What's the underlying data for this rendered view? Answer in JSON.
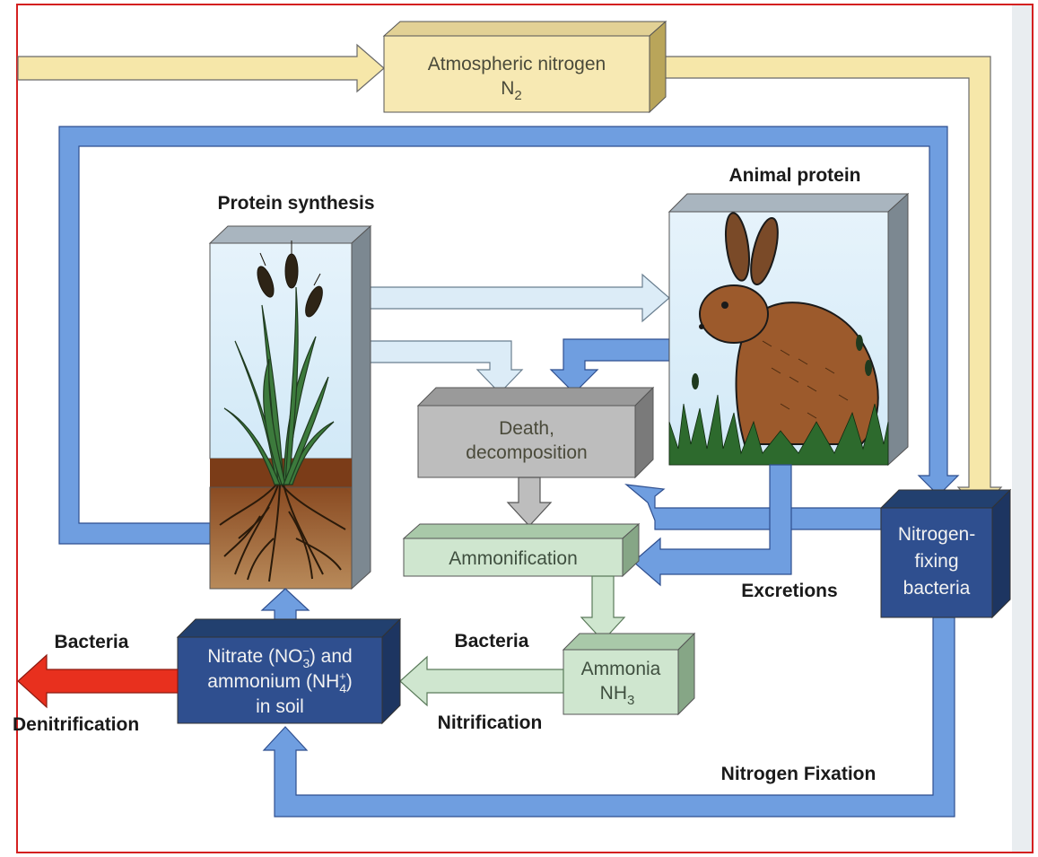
{
  "boxes": {
    "atmospheric": {
      "line1": "Atmospheric nitrogen",
      "line2": "N",
      "sub": "2"
    },
    "death": {
      "line1": "Death,",
      "line2": "decomposition"
    },
    "ammonification": {
      "label": "Ammonification"
    },
    "ammonia": {
      "line1": "Ammonia",
      "line2": "NH",
      "sub": "3"
    },
    "nitrate": {
      "line1a": "Nitrate (NO",
      "line1sub": "3",
      "line1sup": "−",
      "line1b": ") and",
      "line2a": "ammonium (NH",
      "line2sub": "4",
      "line2sup": "+",
      "line2b": ")",
      "line3": "in soil"
    },
    "fixing": {
      "line1": "Nitrogen-",
      "line2": "fixing",
      "line3": "bacteria"
    }
  },
  "labels": {
    "protein_synthesis": "Protein synthesis",
    "animal_protein": "Animal protein",
    "excretions": "Excretions",
    "bacteria_left": "Bacteria",
    "denitrification": "Denitrification",
    "bacteria_mid": "Bacteria",
    "nitrification": "Nitrification",
    "nitrogen_fixation": "Nitrogen Fixation"
  },
  "colors": {
    "frame": "#d42020",
    "atmospheric": "#f5e8b0",
    "death": "#bdbdbd",
    "green_box": "#cfe6cf",
    "blue_box": "#2f4f8f",
    "blue_arrow": "#6f9ee0",
    "light_arrow": "#d8eaf6",
    "red_arrow": "#e8301e"
  },
  "icons": {
    "plant": "wheat-plant-illustration",
    "animal": "rabbit-illustration"
  }
}
